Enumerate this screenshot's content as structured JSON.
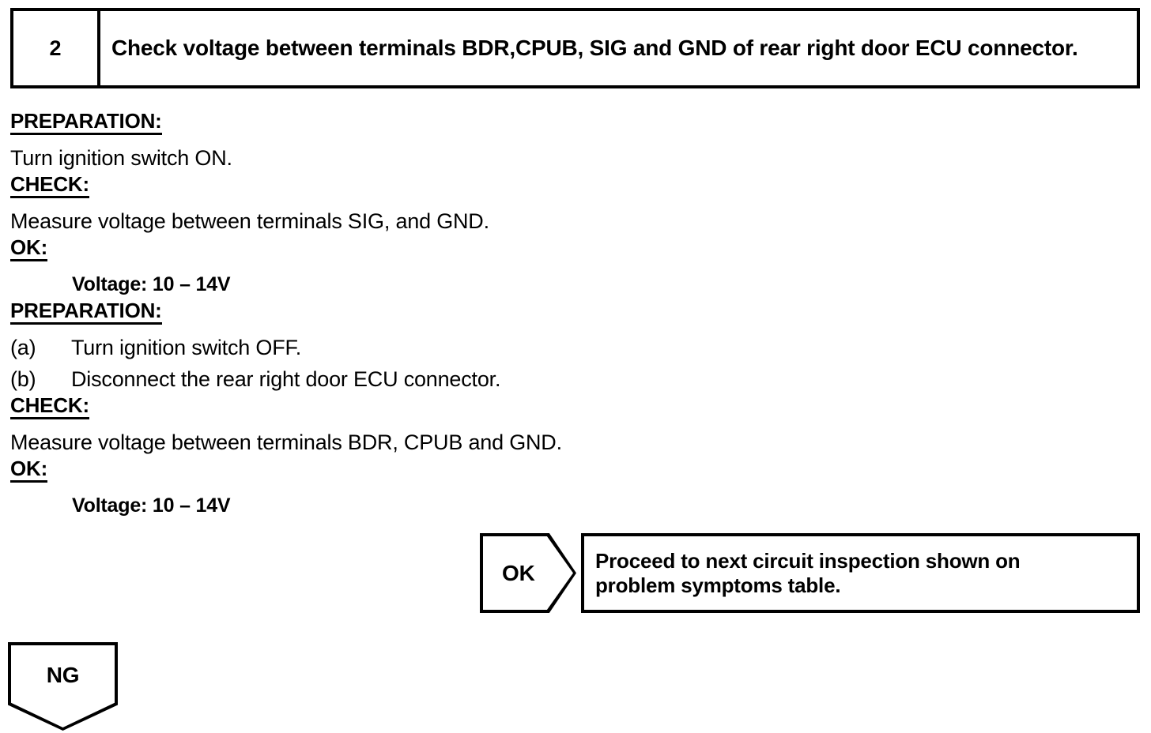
{
  "step": {
    "number": "2",
    "title": "Check voltage between terminals BDR,CPUB, SIG and GND of rear right door ECU connector."
  },
  "sections": [
    {
      "heading": "PREPARATION:",
      "lines": [
        "Turn ignition switch ON."
      ]
    },
    {
      "heading": "CHECK:",
      "lines": [
        "Measure voltage between terminals SIG, and GND."
      ]
    },
    {
      "heading": "OK:",
      "value": "Voltage: 10 – 14V"
    },
    {
      "heading": "PREPARATION:",
      "items": [
        {
          "marker": "(a)",
          "text": "Turn ignition switch OFF."
        },
        {
          "marker": "(b)",
          "text": "Disconnect the rear right door ECU connector."
        }
      ]
    },
    {
      "heading": "CHECK:",
      "lines": [
        "Measure voltage between terminals BDR, CPUB and GND."
      ]
    },
    {
      "heading": "OK:",
      "value": "Voltage: 10 – 14V"
    }
  ],
  "results": {
    "ok": {
      "label": "OK",
      "text_line1": "Proceed to next circuit inspection shown on",
      "text_line2": "problem symptoms table."
    },
    "ng": {
      "label": "NG"
    }
  },
  "colors": {
    "ink": "#000000",
    "page": "#ffffff"
  }
}
